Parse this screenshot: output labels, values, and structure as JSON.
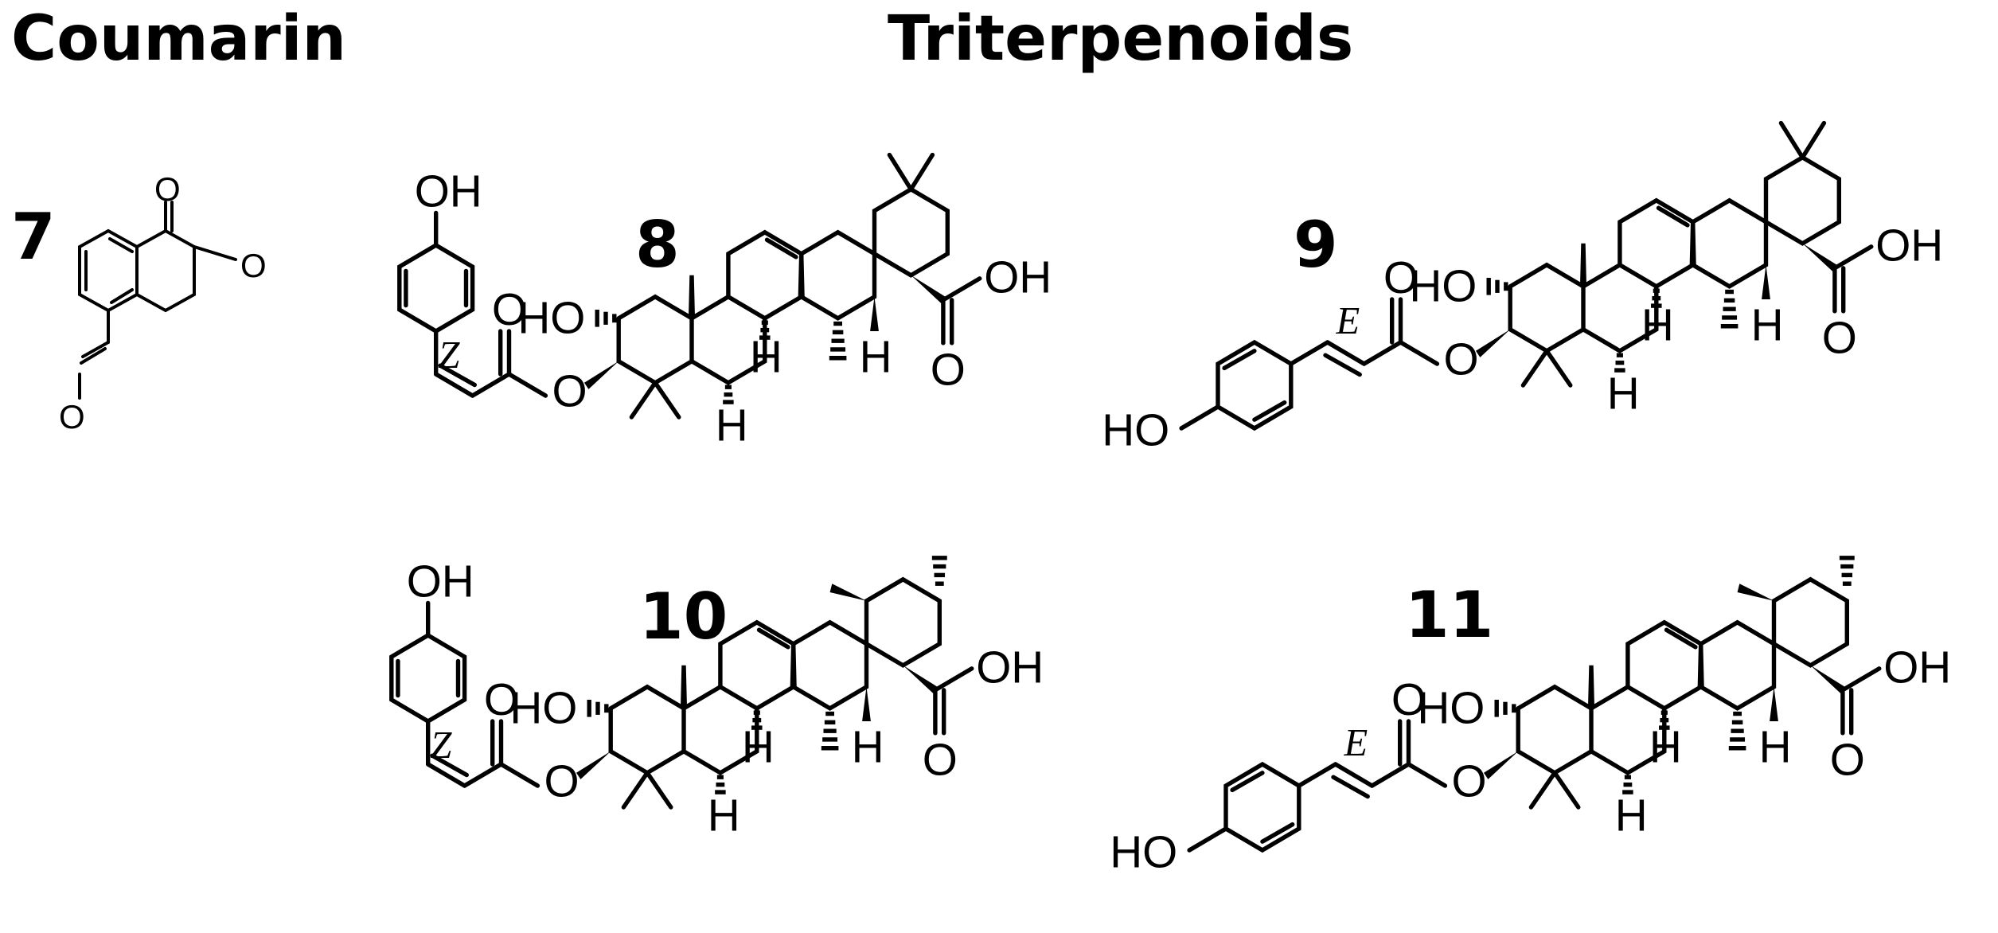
{
  "headings": {
    "coumarin": "Coumarin",
    "triterpenoids": "Triterpenoids"
  },
  "compounds": [
    {
      "number": "7",
      "class": "Coumarin"
    },
    {
      "number": "8",
      "class": "Triterpenoids",
      "double_bond": "Z"
    },
    {
      "number": "9",
      "class": "Triterpenoids",
      "double_bond": "E"
    },
    {
      "number": "10",
      "class": "Triterpenoids",
      "double_bond": "Z"
    },
    {
      "number": "11",
      "class": "Triterpenoids",
      "double_bond": "E"
    }
  ],
  "atom_labels": {
    "oxygen": "O",
    "hydroxyl": "OH",
    "hydroxyl_left": "HO",
    "hydrogen": "H",
    "z": "Z",
    "e": "E"
  }
}
